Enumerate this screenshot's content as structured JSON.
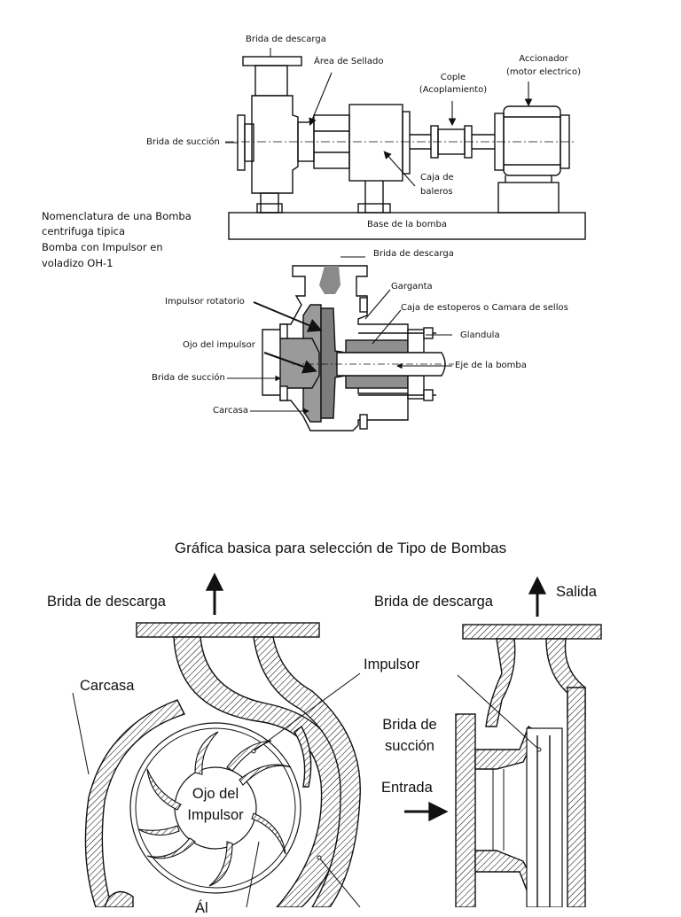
{
  "top_diagram": {
    "labels": {
      "brida_descarga": "Brida de descarga",
      "area_sellado": "Área de Sellado",
      "cople_1": "Cople",
      "cople_2": "(Acoplamiento)",
      "accionador_1": "Accionador",
      "accionador_2": "(motor electrico)",
      "brida_succion": "Brida de succión",
      "caja_1": "Caja de",
      "caja_2": "baleros",
      "base": "Base de la bomba"
    },
    "caption": {
      "line1": "Nomenclatura de una Bomba",
      "line2": "centrifuga tipica",
      "line3": "Bomba con Impulsor en",
      "line4": "voladizo OH-1"
    }
  },
  "section_diagram": {
    "labels": {
      "brida_descarga": "Brida de descarga",
      "garganta": "Garganta",
      "caja_estoperos": "Caja de estoperos o Camara de sellos",
      "impulsor_rotatorio": "Impulsor rotatorio",
      "glandula": "Glandula",
      "ojo_impulsor": "Ojo del impulsor",
      "eje": "Eje de la bomba",
      "brida_succion": "Brida de succión",
      "carcasa": "Carcasa"
    }
  },
  "bottom_diagram": {
    "title": "Gráfica basica para selección de Tipo de Bombas",
    "labels": {
      "brida_descarga_left": "Brida de descarga",
      "brida_descarga_right": "Brida de descarga",
      "salida": "Salida",
      "carcasa": "Carcasa",
      "impulsor": "Impulsor",
      "brida_succion_1": "Brida de",
      "brida_succion_2": "succión",
      "entrada": "Entrada",
      "ojo_1": "Ojo del",
      "ojo_2": "Impulsor",
      "alabe_partial": "Ál"
    }
  }
}
